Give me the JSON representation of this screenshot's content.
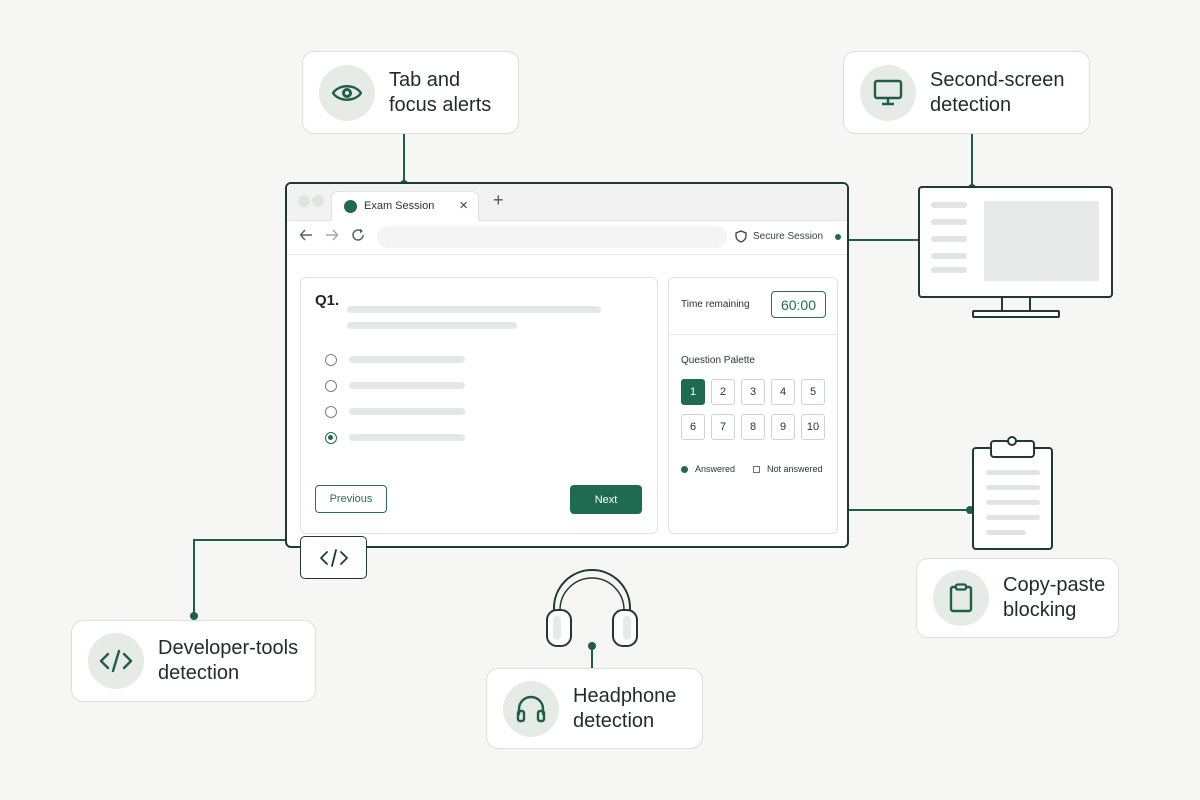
{
  "features": {
    "tab_focus": {
      "line1": "Tab and",
      "line2": "focus alerts",
      "icon": "eye-icon"
    },
    "second_screen": {
      "line1": "Second-screen",
      "line2": "detection",
      "icon": "monitor-icon"
    },
    "copy_paste": {
      "line1": "Copy-paste",
      "line2": "blocking",
      "icon": "clipboard-icon"
    },
    "devtools": {
      "line1": "Developer-tools",
      "line2": "detection",
      "icon": "code-icon"
    },
    "headphone": {
      "line1": "Headphone",
      "line2": "detection",
      "icon": "headphones-icon"
    }
  },
  "browser": {
    "tab_title": "Exam Session",
    "close_glyph": "×",
    "new_tab_glyph": "+",
    "secure_label": "Secure Session"
  },
  "question": {
    "number": "Q1.",
    "options_count": 4,
    "selected_option": 4,
    "prev_label": "Previous",
    "next_label": "Next"
  },
  "sidebar": {
    "time_label": "Time remaining",
    "timer": "60:00",
    "palette_label": "Question Palette",
    "palette": [
      "1",
      "2",
      "3",
      "4",
      "5",
      "6",
      "7",
      "8",
      "9",
      "10"
    ],
    "active_question": "1",
    "legend_answered": "Answered",
    "legend_not_answered": "Not answered"
  },
  "colors": {
    "accent": "#1f6b52",
    "outline": "#1f3a32",
    "background": "#f6f6f4"
  }
}
